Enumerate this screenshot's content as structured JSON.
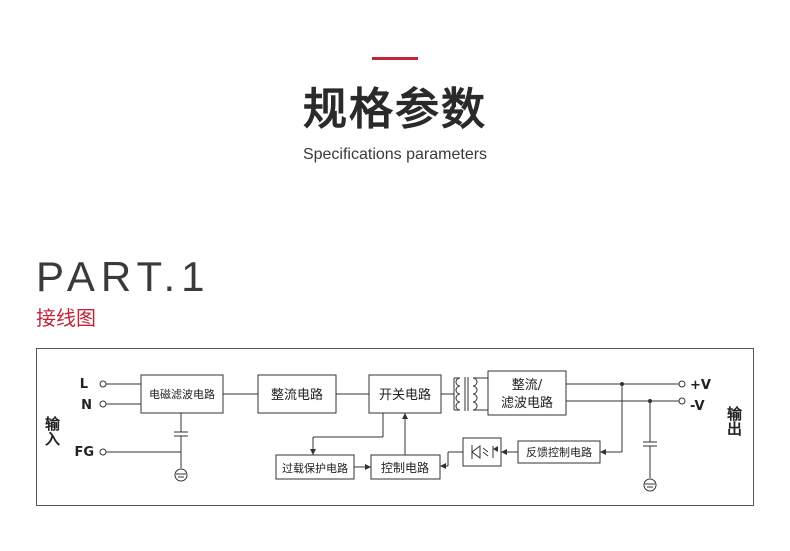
{
  "header": {
    "title": "规格参数",
    "subtitle": "Specifications parameters"
  },
  "section": {
    "part": "PART.1",
    "heading": "接线图"
  },
  "diagram": {
    "terminals_left": {
      "L": "L",
      "N": "N",
      "FG": "FG",
      "input_label": "输入"
    },
    "terminals_right": {
      "plus": "+V",
      "minus": "-V",
      "output_label": "输出"
    },
    "blocks": {
      "emi_filter": "电磁滤波电路",
      "rectifier": "整流电路",
      "switching": "开关电路",
      "output_rectifier_line1": "整流/",
      "output_rectifier_line2": "滤波电路",
      "overload_protection": "过载保护电路",
      "control": "控制电路",
      "feedback_control": "反馈控制电路"
    },
    "colors": {
      "line": "#333333",
      "frame": "#555555"
    }
  }
}
